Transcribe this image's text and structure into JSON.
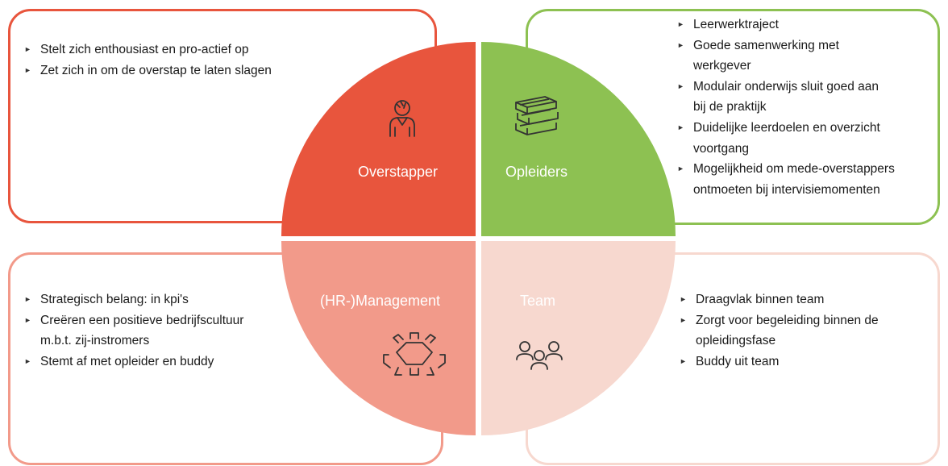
{
  "quadrants": {
    "overstapper": {
      "title": "Overstapper",
      "icon": "person-thinking-icon",
      "color": "#e8553d",
      "items": [
        "Stelt zich enthousiast en pro-actief op",
        "Zet zich in om de overstap te laten slagen"
      ]
    },
    "opleiders": {
      "title": "Opleiders",
      "icon": "books-icon",
      "color": "#8dc152",
      "items": [
        [
          "Leerwerktraject"
        ],
        [
          "Goede samenwerking met",
          "werkgever"
        ],
        [
          "Modulair onderwijs sluit goed aan",
          "bij de praktijk"
        ],
        [
          "Duidelijke leerdoelen en overzicht",
          "voortgang"
        ],
        [
          "Mogelijkheid om mede-overstappers",
          "ontmoeten bij intervisiemomenten"
        ]
      ]
    },
    "management": {
      "title": "(HR-)Management",
      "icon": "meeting-table-icon",
      "color": "#f29a8a",
      "items": [
        [
          "Strategisch belang: in kpi's"
        ],
        [
          "Creëren een positieve bedrijfscultuur",
          "m.b.t. zij-instromers"
        ],
        [
          "Stemt af met opleider en buddy"
        ]
      ]
    },
    "team": {
      "title": "Team",
      "icon": "team-people-icon",
      "color": "#f7d8cf",
      "items": [
        [
          "Draagvlak binnen team"
        ],
        [
          "Zorgt voor begeleiding binnen de",
          "opleidingsfase"
        ],
        [
          "Buddy uit team"
        ]
      ]
    }
  },
  "bullet_glyph": "►"
}
